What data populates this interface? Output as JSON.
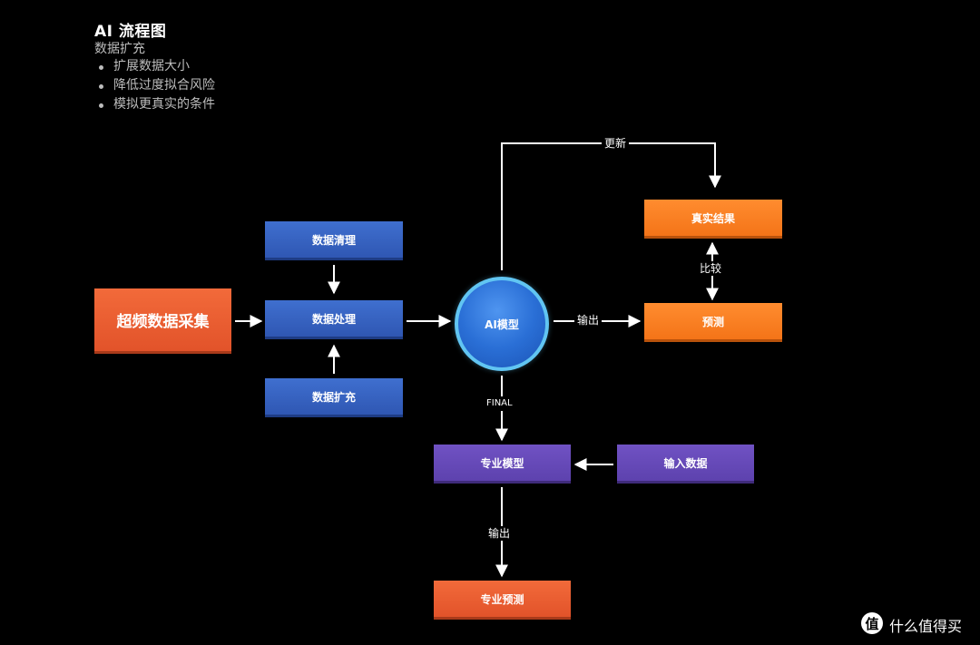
{
  "header": {
    "title": "AI 流程图",
    "subtitle": "数据扩充",
    "bullets": [
      "扩展数据大小",
      "降低过度拟合风险",
      "模拟更真实的条件"
    ]
  },
  "nodes": {
    "collect": "超频数据采集",
    "clean": "数据清理",
    "process": "数据处理",
    "augment": "数据扩充",
    "ai_model": "AI模型",
    "real_result": "真实结果",
    "predict": "预测",
    "pro_model": "专业模型",
    "input_data": "输入数据",
    "pro_predict": "专业预测"
  },
  "edge_labels": {
    "update": "更新",
    "compare": "比较",
    "output_right": "输出",
    "final": "FINAL",
    "output_down": "输出"
  },
  "watermark": {
    "icon_glyph": "值",
    "text": "什么值得买"
  },
  "colors": {
    "background": "#000000",
    "blue": "#2f57b3",
    "orange": "#f47418",
    "red_orange": "#e2532a",
    "purple": "#5d42ae",
    "ai_circle_ring": "#61c5f2"
  }
}
